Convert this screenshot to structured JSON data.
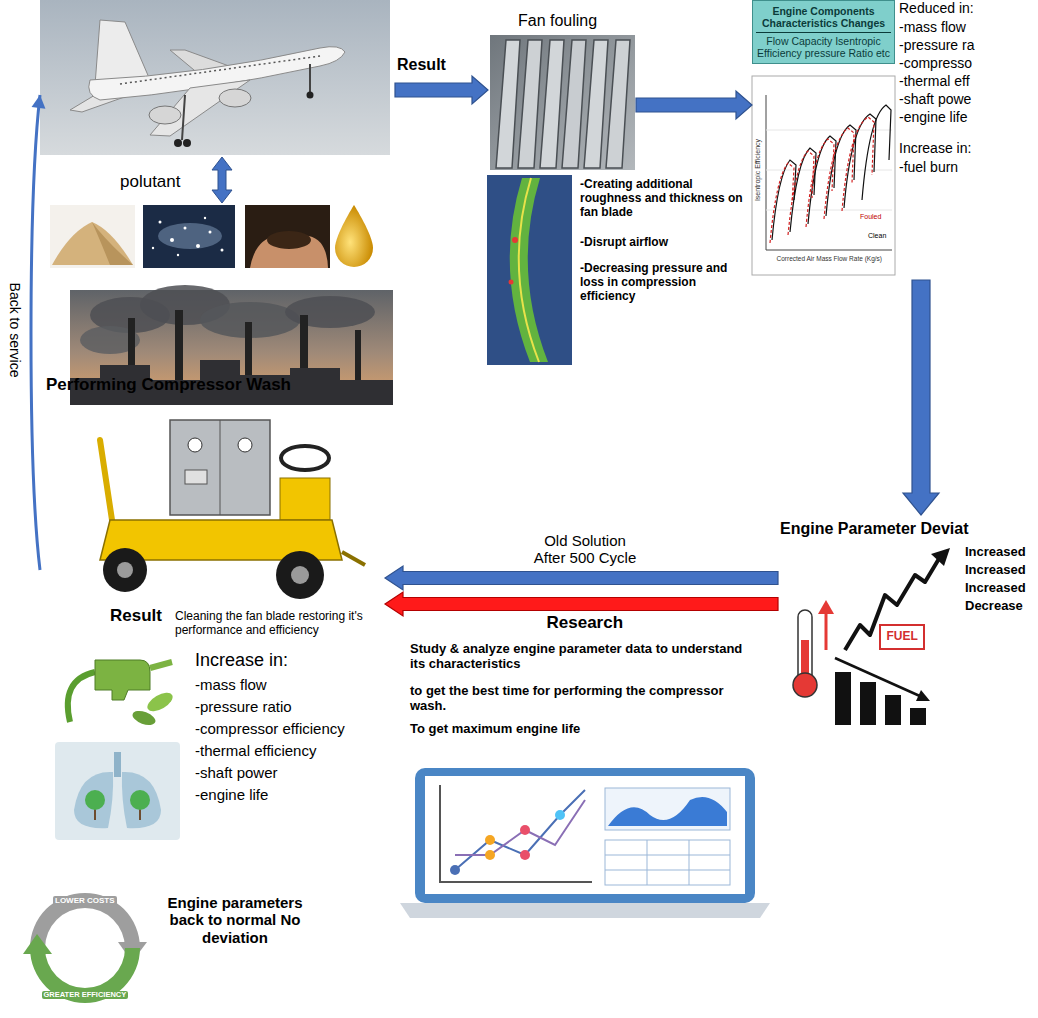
{
  "diagram": {
    "nodes": [
      {
        "text": [
          "polutant"
        ]
      },
      {
        "text": [
          "Fan fouling"
        ]
      },
      {
        "text": [
          "Reduced in:",
          "-mass flow",
          "-pressure ra",
          "-compresso",
          "-thermal eff",
          "-shaft powe",
          "-engine life",
          "Increase in:",
          "-fuel burn"
        ]
      },
      {
        "text": [
          "Engine Components Characteristics Changes",
          "Flow Capacity Isentropic Efficiency pressure Ratio etc"
        ],
        "in": 2
      },
      {
        "text": [
          "Engine Parameter Deviat",
          "Increased",
          "Increased",
          "Increased",
          "Decrease"
        ]
      },
      {
        "text": [
          "Performing Compressor Wash"
        ]
      }
    ],
    "edges": [
      {
        "from": 0,
        "to": 1,
        "label": "Result",
        "arrow": "to"
      },
      {
        "from": 1,
        "to": 2,
        "arrow": "to"
      },
      {
        "from": 2,
        "to": 4,
        "arrow": "to"
      },
      {
        "from": 4,
        "to": 5,
        "label": "Old Solution After 500 Cycle",
        "arrow": "to"
      },
      {
        "from": 4,
        "to": 5,
        "label": "Research",
        "arrow": "to"
      },
      {
        "from": 5,
        "to": 0,
        "label": "Back to service",
        "arrow": "to"
      }
    ],
    "labels": [
      "-Creating additional roughness and thickness on fan blade",
      "-Disrupt airflow",
      "-Decreasing pressure and loss in compression efficiency",
      "Isentropic Efficiency",
      "Corrected Air Mass Flow Rate (Kg/s)",
      "Fouled",
      "Clean",
      "FUEL",
      "Study & analyze engine parameter data to understand its characteristics",
      "to get the best time for performing the compressor wash.",
      "To get maximum engine life",
      "Result",
      "Cleaning the fan blade restoring it's performance and efficiency",
      "Increase in:",
      "-mass flow",
      "-pressure ratio",
      "-compressor efficiency",
      "-thermal efficiency",
      "-shaft power",
      "-engine life",
      "LOWER COSTS",
      "GREATER EFFICIENCY",
      "Engine parameters back to normal No deviation"
    ]
  }
}
